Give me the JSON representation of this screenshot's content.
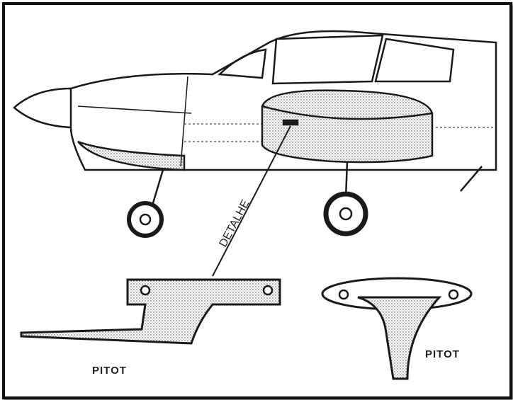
{
  "labels": {
    "detail": "DETALHE",
    "pitot_left": "PITOT",
    "pitot_right": "PITOT"
  },
  "colors": {
    "ink": "#1a1a1a",
    "stipple": "#bdbdbd",
    "paper": "#ffffff"
  }
}
